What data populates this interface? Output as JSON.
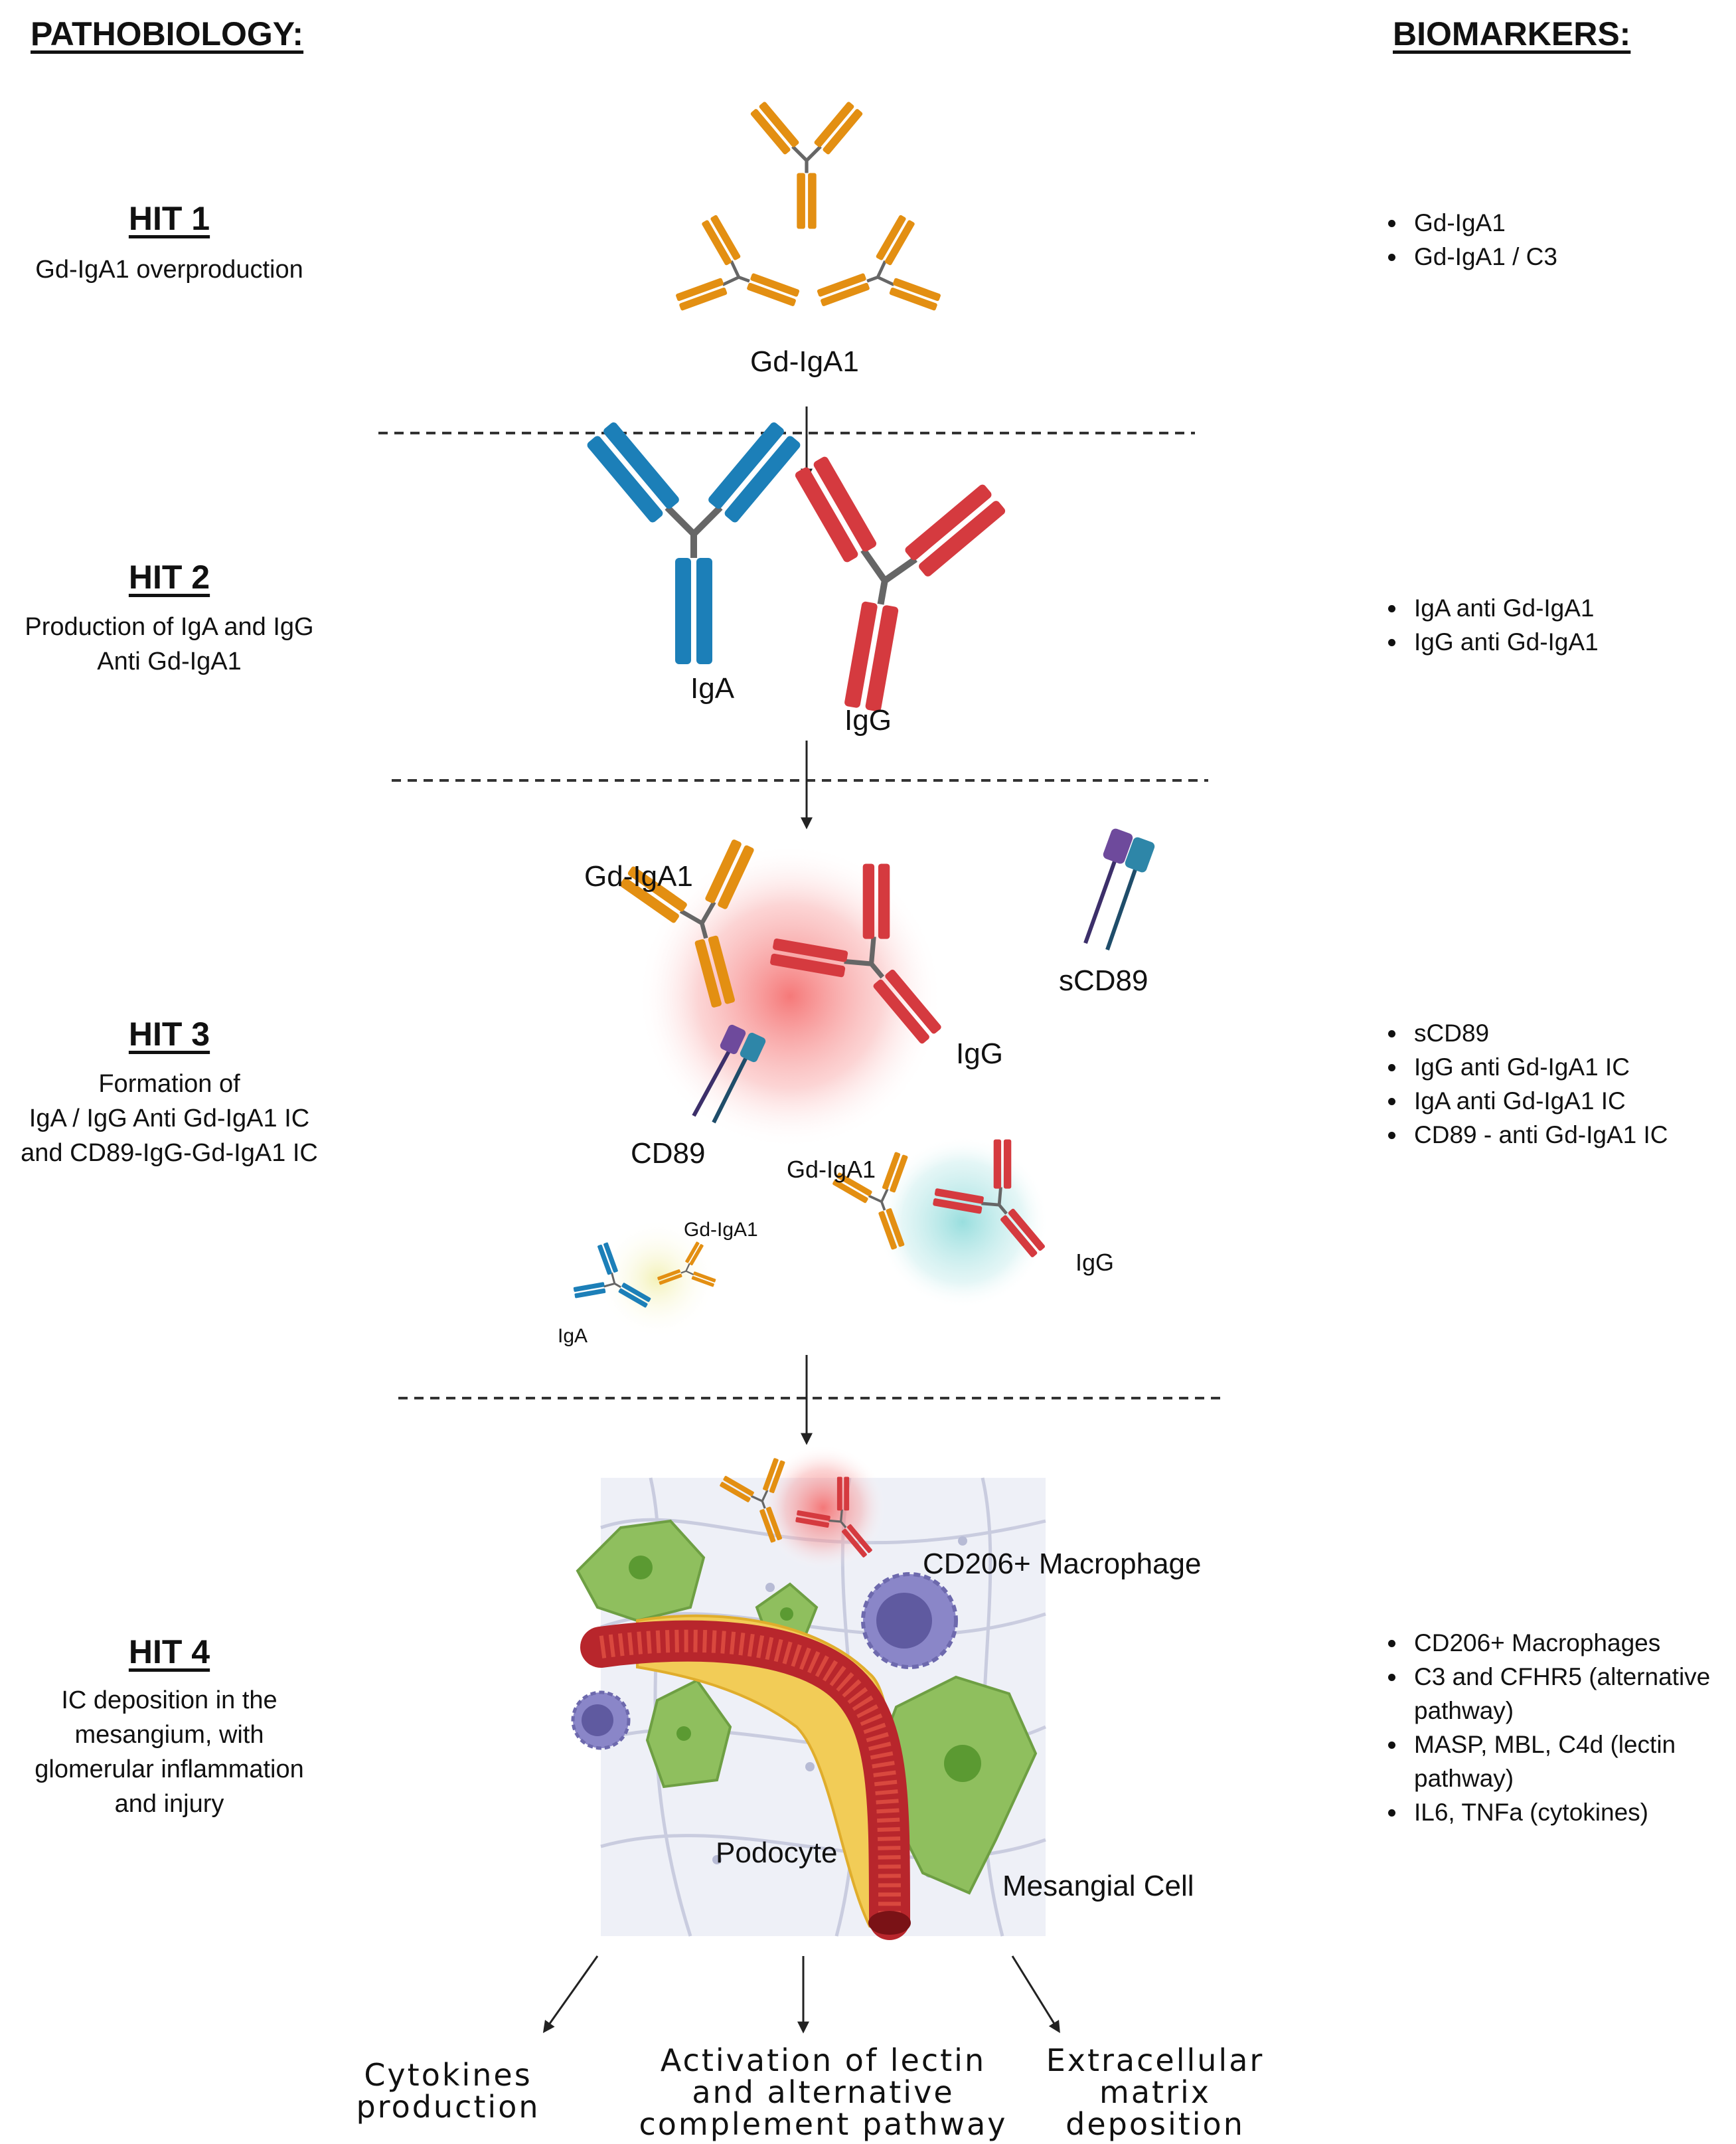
{
  "headers": {
    "left": "PATHOBIOLOGY:",
    "right": "BIOMARKERS:"
  },
  "hits": [
    {
      "title": "HIT 1",
      "desc_lines": [
        "Gd-IgA1 overproduction"
      ],
      "biomarkers": [
        "Gd-IgA1",
        "Gd-IgA1 / C3"
      ]
    },
    {
      "title": "HIT 2",
      "desc_lines": [
        "Production of IgA and IgG",
        "Anti Gd-IgA1"
      ],
      "biomarkers": [
        "IgA anti Gd-IgA1",
        "IgG anti Gd-IgA1"
      ]
    },
    {
      "title": "HIT 3",
      "desc_lines": [
        "Formation of",
        "IgA / IgG Anti Gd-IgA1 IC",
        "and CD89-IgG-Gd-IgA1 IC"
      ],
      "biomarkers": [
        "sCD89",
        "IgG anti Gd-IgA1 IC",
        "IgA anti Gd-IgA1 IC",
        "CD89 - anti Gd-IgA1 IC"
      ]
    },
    {
      "title": "HIT 4",
      "desc_lines": [
        "IC deposition in the",
        "mesangium, with",
        "glomerular inflammation",
        "and injury"
      ],
      "biomarkers": [
        "CD206+ Macrophages",
        "C3 and CFHR5 (alternative pathway)",
        "MASP, MBL, C4d (lectin pathway)",
        "IL6, TNFa (cytokines)"
      ]
    }
  ],
  "labels": {
    "hit1_gd": "Gd-IgA1",
    "hit2_iga": "IgA",
    "hit2_igg": "IgG",
    "hit3_gd": "Gd-IgA1",
    "hit3_igg": "IgG",
    "hit3_scd89": "sCD89",
    "hit3_cd89": "CD89",
    "hit3_gd2": "Gd-IgA1",
    "hit3_igg2": "IgG",
    "hit3_gd3": "Gd-IgA1",
    "hit3_iga3": "IgA",
    "hit4_macrophage": "CD206+ Macrophage",
    "hit4_podocyte": "Podocyte",
    "hit4_mesangial": "Mesangial Cell"
  },
  "outcomes": [
    {
      "lines": [
        "Cytokines",
        "production"
      ]
    },
    {
      "lines": [
        "Activation of lectin",
        "and alternative",
        "complement pathway"
      ]
    },
    {
      "lines": [
        "Extracellular",
        "matrix",
        "deposition"
      ]
    }
  ],
  "colors": {
    "gd_iga1": "#e38f12",
    "iga": "#1c7fb8",
    "igg": "#d53a3f",
    "cd89_purple": "#6e4a9c",
    "cd89_blue": "#2e86a8",
    "cell_green": "#8fbf5e",
    "macrophage": "#8a86c8",
    "vessel": "#b8262c",
    "podocyte": "#f2cc57"
  }
}
